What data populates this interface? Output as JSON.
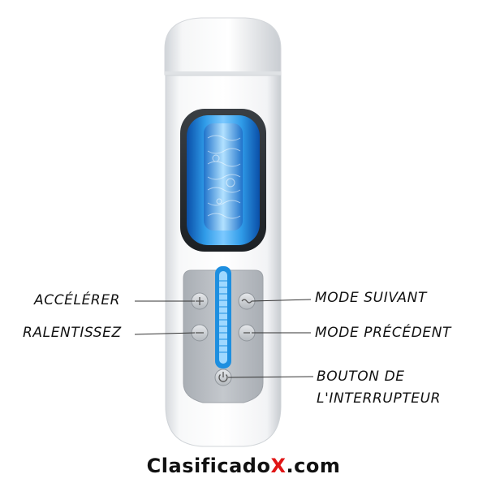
{
  "controls": {
    "accelerate": {
      "label": "ACCÉLÉRER",
      "icon": "plus-icon"
    },
    "slow_down": {
      "label": "RALENTISSEZ",
      "icon": "minus-icon"
    },
    "next_mode": {
      "label": "MODE SUIVANT",
      "icon": "wave-icon"
    },
    "previous_mode": {
      "label": "MODE PRÉCÉDENT",
      "icon": "dot-icon"
    },
    "power": {
      "label_line1": "BOUTON DE",
      "label_line2": "L'INTERRUPTEUR",
      "icon": "power-icon"
    }
  },
  "brand": {
    "part1": "Clasificado",
    "part2": "X",
    "part3": ".com"
  },
  "colors": {
    "accent_blue": "#1e8fe0",
    "brand_red": "#e01515",
    "panel_gray": "#b9bec4"
  }
}
